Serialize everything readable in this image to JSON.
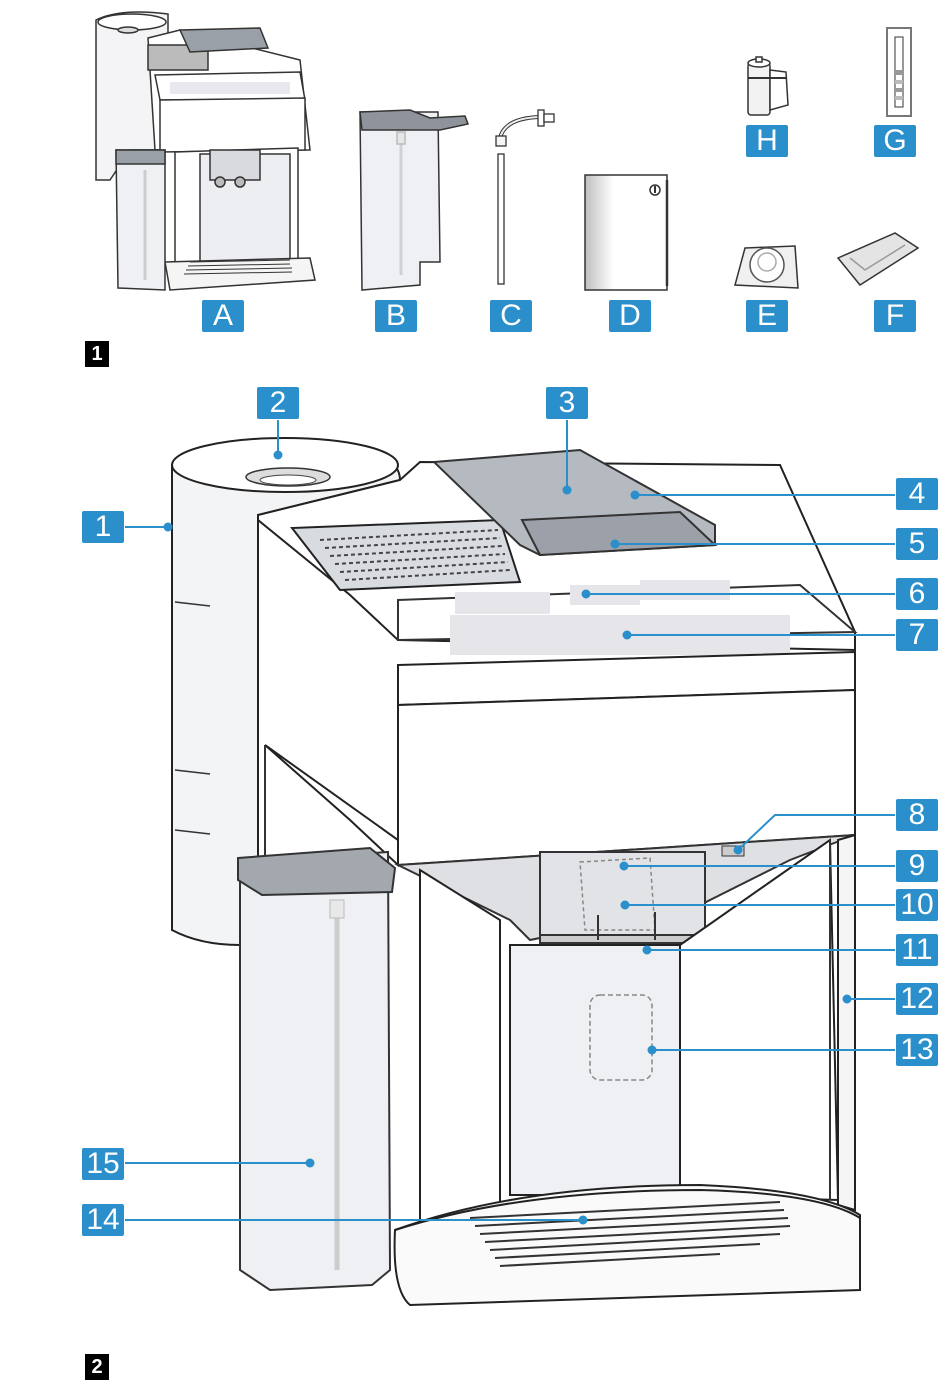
{
  "figure1": {
    "number": "1",
    "items": [
      {
        "letter": "A",
        "depicts": "coffee machine"
      },
      {
        "letter": "B",
        "depicts": "milk container"
      },
      {
        "letter": "C",
        "depicts": "milk tube"
      },
      {
        "letter": "D",
        "depicts": "instruction manual"
      },
      {
        "letter": "E",
        "depicts": "descaling tablet"
      },
      {
        "letter": "F",
        "depicts": "cleaning pack"
      },
      {
        "letter": "G",
        "depicts": "water hardness test strip"
      },
      {
        "letter": "H",
        "depicts": "water filter"
      }
    ]
  },
  "figure2": {
    "number": "2",
    "callouts": [
      "1",
      "2",
      "3",
      "4",
      "5",
      "6",
      "7",
      "8",
      "9",
      "10",
      "11",
      "12",
      "13",
      "14",
      "15"
    ]
  },
  "colors": {
    "label_bg": "#2a8fcb",
    "label_text": "#ffffff",
    "figure_badge_bg": "#000000"
  }
}
